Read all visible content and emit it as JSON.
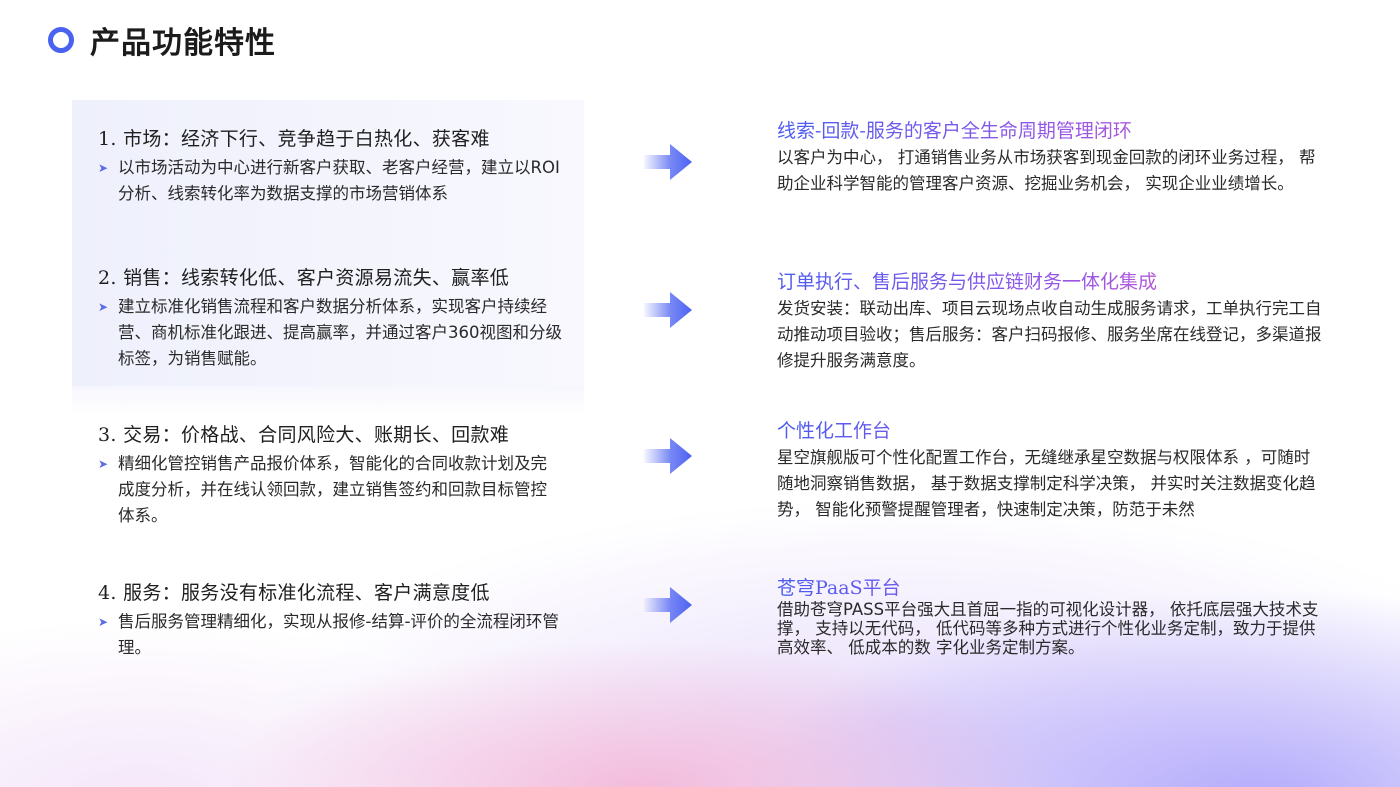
{
  "header": {
    "title": "产品功能特性"
  },
  "problems": [
    {
      "title": "1.  市场：经济下行、竞争趋于白热化、获客难",
      "desc": "以市场活动为中心进行新客户获取、老客户经营，建立以ROI分析、线索转化率为数据支撑的市场营销体系"
    },
    {
      "title": "2.  销售：线索转化低、客户资源易流失、赢率低",
      "desc": "建立标准化销售流程和客户数据分析体系，实现客户持续经营、商机标准化跟进、提高赢率，并通过客户360视图和分级标签，为销售赋能。"
    },
    {
      "title": "3. 交易：价格战、合同风险大、账期长、回款难",
      "desc": "精细化管控销售产品报价体系，智能化的合同收款计划及完成度分析，并在线认领回款，建立销售签约和回款目标管控体系。"
    },
    {
      "title": "4.  服务：服务没有标准化流程、客户满意度低",
      "desc": "售后服务管理精细化，实现从报修-结算-评价的全流程闭环管理。"
    }
  ],
  "solutions": [
    {
      "title": "线索-回款-服务的客户全生命周期管理闭环",
      "desc": "以客户为中心， 打通销售业务从市场获客到现金回款的闭环业务过程， 帮助企业科学智能的管理客户资源、挖掘业务机会， 实现企业业绩增长。"
    },
    {
      "title": "订单执行、售后服务与供应链财务一体化集成",
      "desc": "发货安装：联动出库、项目云现场点收自动生成服务请求，工单执行完工自动推动项目验收；售后服务：客户扫码报修、服务坐席在线登记，多渠道报修提升服务满意度。"
    },
    {
      "title": "个性化工作台",
      "desc": "星空旗舰版可个性化配置工作台，无缝继承星空数据与权限体系 ，可随时随地洞察销售数据， 基于数据支撑制定科学决策， 并实时关注数据变化趋势， 智能化预警提醒管理者，快速制定决策，防范于未然"
    },
    {
      "title": "苍穹PaaS平台",
      "desc": "借助苍穹PASS平台强大且首屈一指的可视化设计器， 依托底层强大技术支撑， 支持以无代码， 低代码等多种方式进行个性化业务定制，致力于提供高效率、 低成本的数  字化业务定制方案。"
    }
  ],
  "colors": {
    "accent": "#4a62f0",
    "arrow": "#4b62f2",
    "gradient_end": "#e062b8"
  },
  "icons": {
    "bullet": "triangle-right-icon",
    "arrow": "arrow-right-icon",
    "title_marker": "ring-icon"
  }
}
